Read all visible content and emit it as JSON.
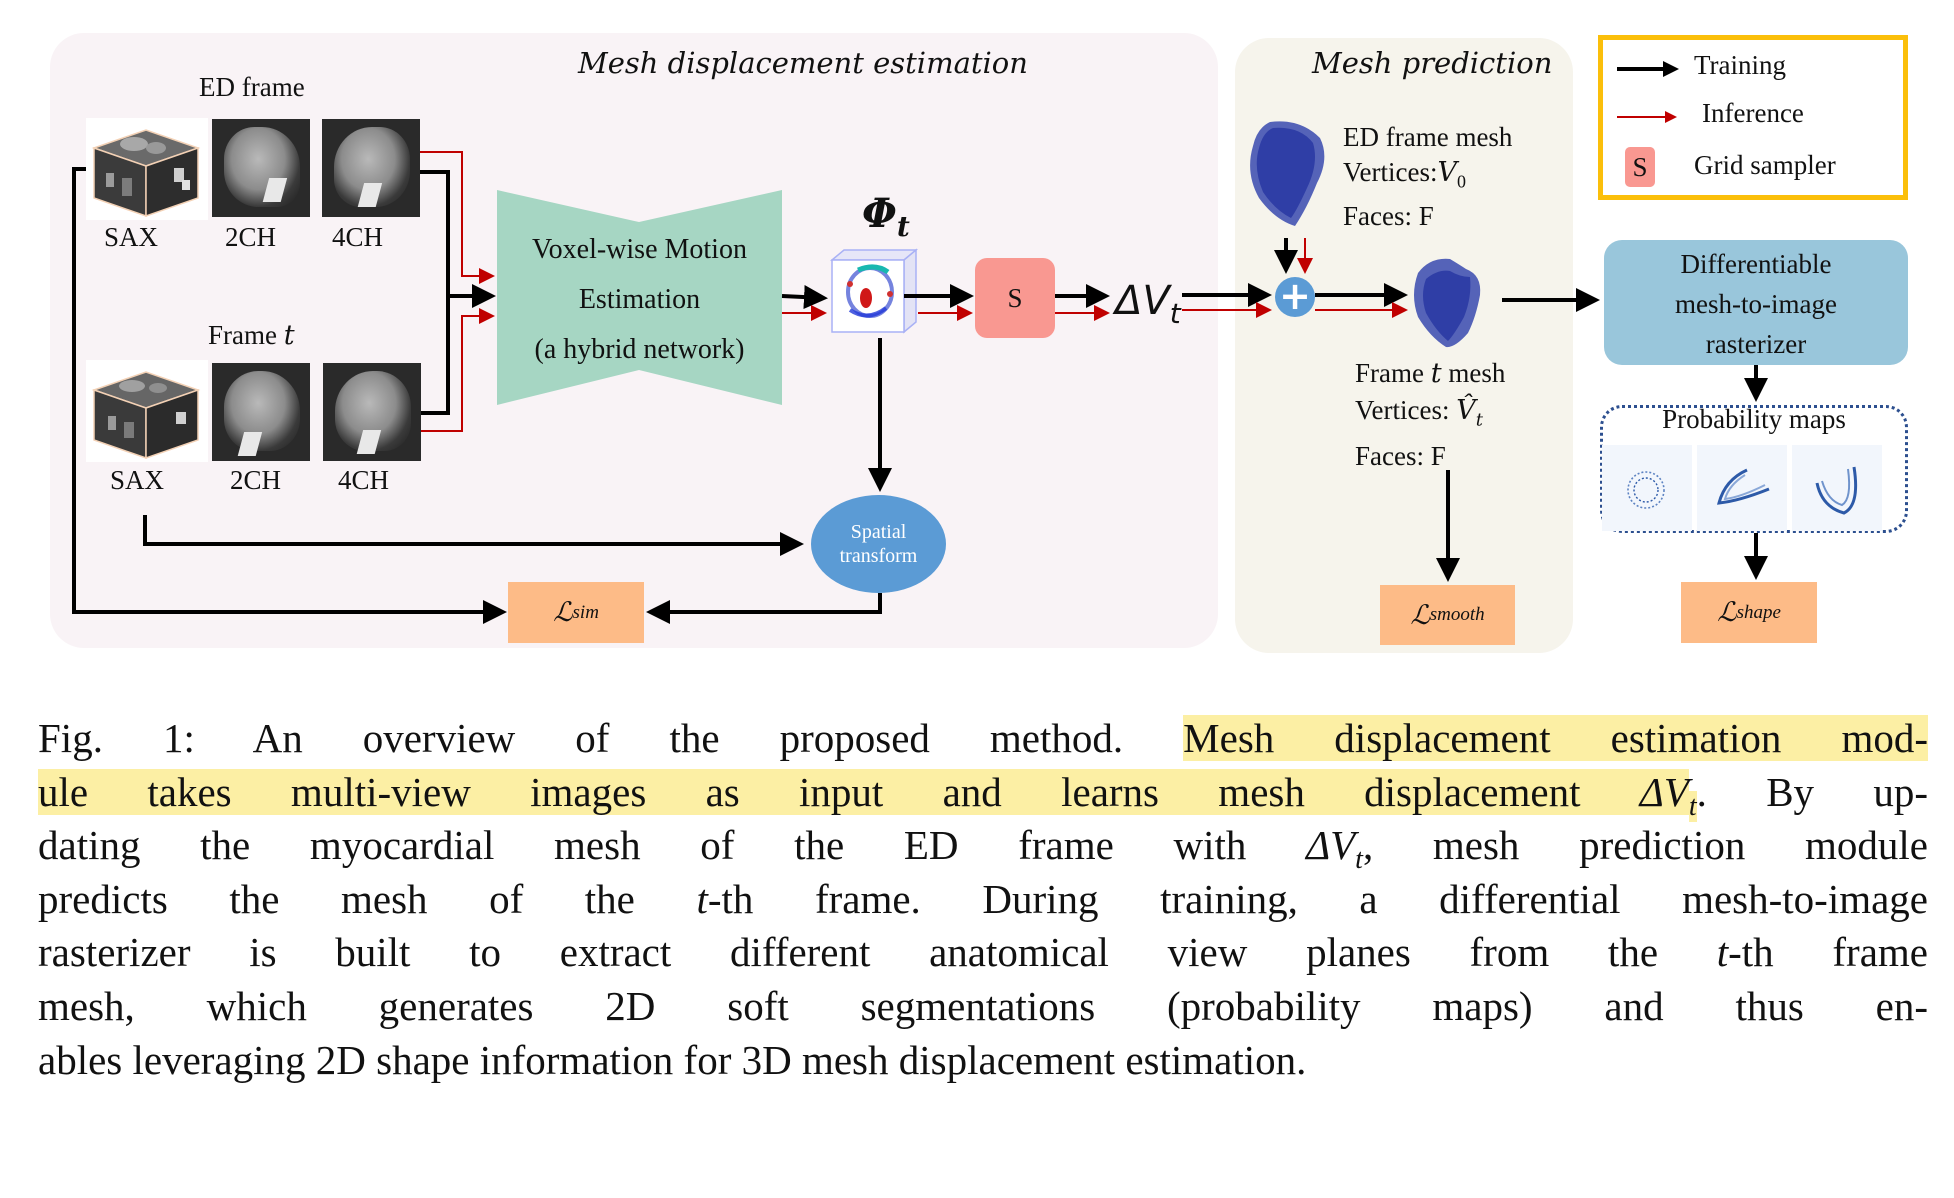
{
  "figure": {
    "panels": {
      "mesh_displacement_estimation": "Mesh displacement estimation",
      "mesh_prediction": "Mesh prediction"
    },
    "inputs": {
      "ed_frame_label": "ED frame",
      "frame_t_label_prefix": "Frame ",
      "frame_t_label_var": "t",
      "views": [
        "SAX",
        "2CH",
        "4CH"
      ]
    },
    "motion_network": {
      "line1": "Voxel-wise Motion",
      "line2": "Estimation",
      "line3": "(a hybrid network)"
    },
    "phi_label": "Φ",
    "phi_sub": "t",
    "sampler_label": "S",
    "delta_v_label": "ΔV",
    "delta_v_sub": "t",
    "spatial_transform": {
      "line1": "Spatial",
      "line2": "transform"
    },
    "loss_sim": {
      "symbol": "ℒ",
      "sub": "sim"
    },
    "loss_smooth": {
      "symbol": "ℒ",
      "sub": "smooth"
    },
    "loss_shape": {
      "symbol": "ℒ",
      "sub": "shape"
    },
    "ed_mesh": {
      "line1": "ED frame mesh",
      "line2_prefix": "Vertices:",
      "line2_var": "V",
      "line2_sub": "0",
      "line3": "Faces: F"
    },
    "frame_t_mesh": {
      "line1_prefix": "Frame ",
      "line1_var": "t",
      "line1_suffix": " mesh",
      "line2_prefix": "Vertices: ",
      "line2_var": "V̂",
      "line2_sub": "t",
      "line3": "Faces: F"
    },
    "plus_symbol": "+",
    "rasterizer": {
      "line1": "Differentiable",
      "line2": "mesh-to-image",
      "line3": "rasterizer"
    },
    "probability_maps": "Probability maps",
    "legend": {
      "training": "Training",
      "inference": "Inference",
      "sampler_symbol": "S",
      "sampler": "Grid sampler"
    },
    "colors": {
      "training_arrow": "#000000",
      "inference_arrow": "#c00000",
      "legend_border": "#fbbf0a",
      "sampler_fill": "#f99891",
      "loss_fill": "#fdbb87",
      "motion_fill": "#a6d6c3",
      "transform_fill": "#5b9bd5",
      "rasterizer_fill": "#99c6db",
      "highlight": "#fcefa4",
      "mesh_fill": "#2e3fa0"
    }
  },
  "caption": {
    "lines": [
      {
        "parts": [
          {
            "t": "Fig. 1: An overview of the proposed method. "
          },
          {
            "t": "Mesh displacement estimation mod-",
            "hl": true
          }
        ]
      },
      {
        "parts": [
          {
            "t": "ule takes multi-view images as input and learns mesh displacement ",
            "hl": true
          },
          {
            "t": "ΔV",
            "hl": true,
            "i": true
          },
          {
            "t": "t",
            "hl": true,
            "i": true,
            "sub": true
          },
          {
            "t": ". By up-"
          }
        ]
      },
      {
        "parts": [
          {
            "t": "dating the myocardial mesh of the ED frame with "
          },
          {
            "t": "ΔV",
            "i": true
          },
          {
            "t": "t",
            "i": true,
            "sub": true
          },
          {
            "t": ", mesh prediction module"
          }
        ]
      },
      {
        "parts": [
          {
            "t": "predicts the mesh of the "
          },
          {
            "t": "t",
            "i": true
          },
          {
            "t": "-th frame. During training, a differential mesh-to-image"
          }
        ]
      },
      {
        "parts": [
          {
            "t": "rasterizer is built to extract different anatomical view planes from the "
          },
          {
            "t": "t",
            "i": true
          },
          {
            "t": "-th frame"
          }
        ]
      },
      {
        "parts": [
          {
            "t": "mesh, which generates 2D soft segmentations (probability maps) and thus en-"
          }
        ]
      },
      {
        "parts": [
          {
            "t": "ables leveraging 2D shape information for 3D mesh displacement estimation."
          }
        ],
        "last": true
      }
    ]
  }
}
